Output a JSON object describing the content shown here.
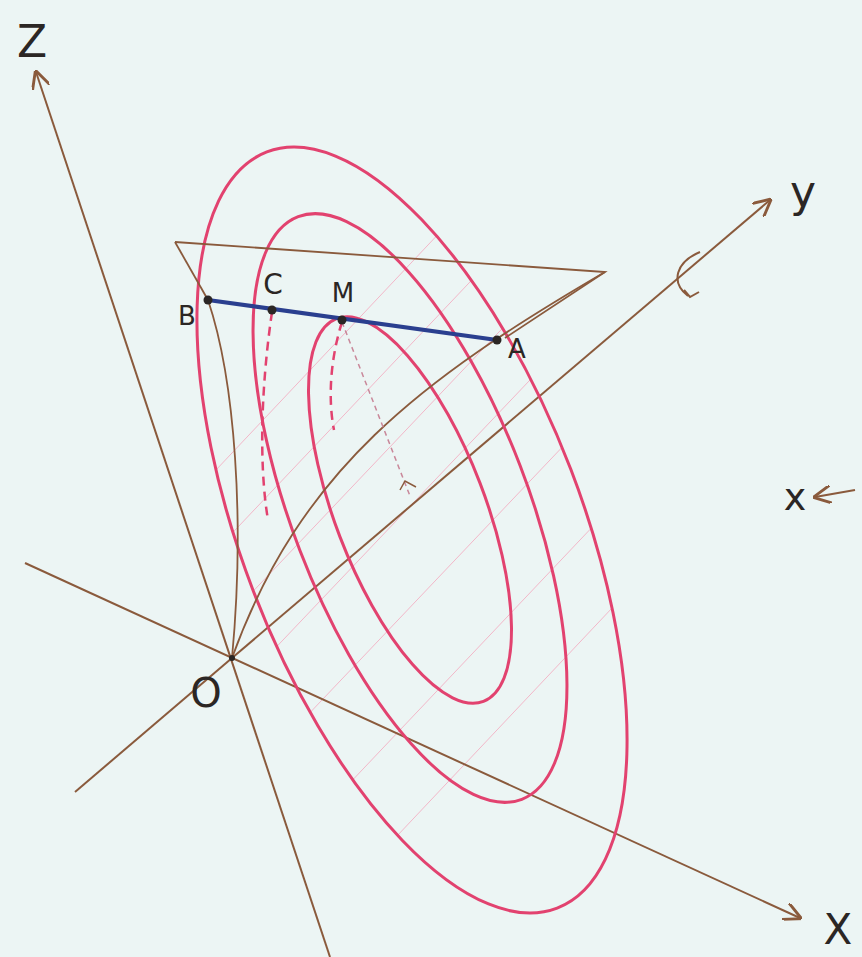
{
  "diagram": {
    "labels": [
      "Z",
      "y",
      "B",
      "C",
      "M",
      "A",
      "x",
      "O",
      "X"
    ]
  }
}
